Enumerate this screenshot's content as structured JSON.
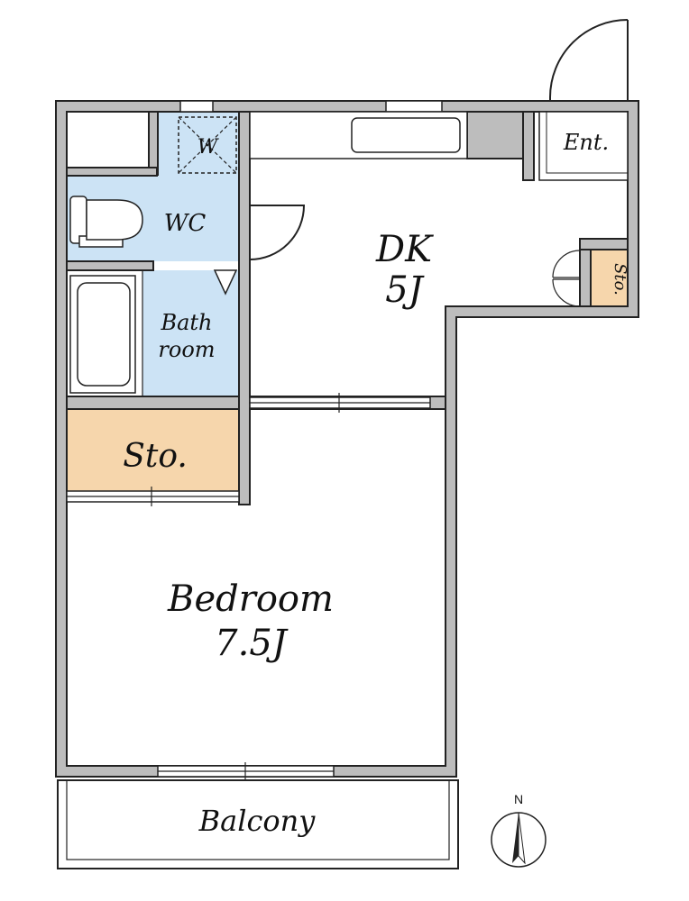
{
  "rooms": {
    "dk": {
      "name": "DK",
      "size": "5J"
    },
    "bedroom": {
      "name": "Bedroom",
      "size": "7.5J"
    },
    "wc": {
      "name": "WC"
    },
    "bath": {
      "line1": "Bath",
      "line2": "room"
    },
    "storage_main": {
      "name": "Sto."
    },
    "storage_small": {
      "name": "Sto."
    },
    "entrance": {
      "name": "Ent."
    },
    "washer": {
      "name": "W"
    },
    "balcony": {
      "name": "Balcony"
    }
  },
  "compass": {
    "label": "N"
  },
  "colors": {
    "wet_area": "#cce3f5",
    "storage": "#f6d6ac",
    "wall": "#bdbdbd",
    "line": "#222222"
  }
}
